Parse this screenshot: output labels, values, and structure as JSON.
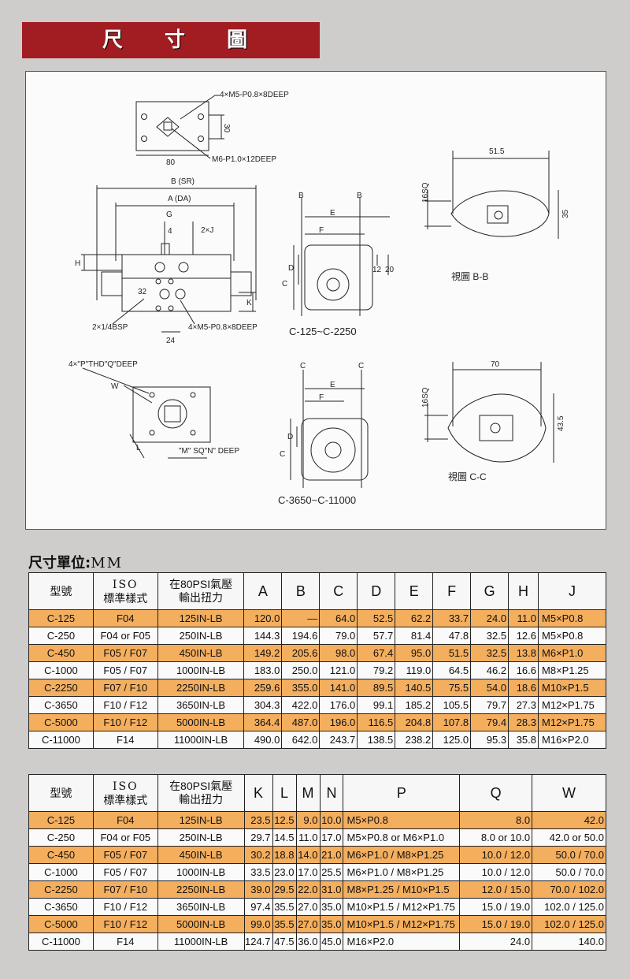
{
  "title": "尺 寸 圖",
  "unit_label": "尺寸單位:",
  "unit_value": "MM",
  "drawing": {
    "label_m5_holes": "4×M5-P0.8×8DEEP",
    "label_30": "30",
    "label_80": "80",
    "label_m6": "M6-P1.0×12DEEP",
    "label_b_sr": "B (SR)",
    "label_a_da": "A (DA)",
    "label_g": "G",
    "label_4": "4",
    "label_2xj": "2×J",
    "label_h": "H",
    "label_32": "32",
    "label_k": "K",
    "label_24": "24",
    "label_bsp": "2×1/4BSP",
    "label_m5_bottom": "4×M5-P0.8×8DEEP",
    "label_b_left": "B",
    "label_b_right": "B",
    "label_e": "E",
    "label_f": "F",
    "label_c": "C",
    "label_d": "D",
    "label_12": "12",
    "label_20": "20",
    "model_range_1": "C-125~C-2250",
    "label_51_5": "51.5",
    "label_16sq": "16SQ",
    "label_35": "35",
    "view_bb": "視圖 B-B",
    "label_pthd": "4×\"P\"THD\"Q\"DEEP",
    "label_w": "W",
    "label_l": "L",
    "label_msqn": "\"M\" SQ\"N\" DEEP",
    "label_c_left": "C",
    "label_c_right": "C",
    "label_e2": "E",
    "label_f2": "F",
    "label_c2": "C",
    "label_d2": "D",
    "model_range_2": "C-3650~C-11000",
    "label_70": "70",
    "label_16sq2": "16SQ",
    "label_43_5": "43.5",
    "view_cc": "視圖 C-C"
  },
  "table1": {
    "headers": {
      "model": "型號",
      "iso_1": "ISO",
      "iso_2": "標準樣式",
      "torque_1": "在80PSI氣壓",
      "torque_2": "輸出扭力",
      "cols": [
        "A",
        "B",
        "C",
        "D",
        "E",
        "F",
        "G",
        "H",
        "J"
      ]
    },
    "rows": [
      [
        "C-125",
        "F04",
        "125IN-LB",
        "120.0",
        "—",
        "64.0",
        "52.5",
        "62.2",
        "33.7",
        "24.0",
        "11.0",
        "M5×P0.8"
      ],
      [
        "C-250",
        "F04 or F05",
        "250IN-LB",
        "144.3",
        "194.6",
        "79.0",
        "57.7",
        "81.4",
        "47.8",
        "32.5",
        "12.6",
        "M5×P0.8"
      ],
      [
        "C-450",
        "F05 / F07",
        "450IN-LB",
        "149.2",
        "205.6",
        "98.0",
        "67.4",
        "95.0",
        "51.5",
        "32.5",
        "13.8",
        "M6×P1.0"
      ],
      [
        "C-1000",
        "F05 / F07",
        "1000IN-LB",
        "183.0",
        "250.0",
        "121.0",
        "79.2",
        "119.0",
        "64.5",
        "46.2",
        "16.6",
        "M8×P1.25"
      ],
      [
        "C-2250",
        "F07 / F10",
        "2250IN-LB",
        "259.6",
        "355.0",
        "141.0",
        "89.5",
        "140.5",
        "75.5",
        "54.0",
        "18.6",
        "M10×P1.5"
      ],
      [
        "C-3650",
        "F10 / F12",
        "3650IN-LB",
        "304.3",
        "422.0",
        "176.0",
        "99.1",
        "185.2",
        "105.5",
        "79.7",
        "27.3",
        "M12×P1.75"
      ],
      [
        "C-5000",
        "F10 / F12",
        "5000IN-LB",
        "364.4",
        "487.0",
        "196.0",
        "116.5",
        "204.8",
        "107.8",
        "79.4",
        "28.3",
        "M12×P1.75"
      ],
      [
        "C-11000",
        "F14",
        "11000IN-LB",
        "490.0",
        "642.0",
        "243.7",
        "138.5",
        "238.2",
        "125.0",
        "95.3",
        "35.8",
        "M16×P2.0"
      ]
    ]
  },
  "table2": {
    "headers": {
      "model": "型號",
      "iso_1": "ISO",
      "iso_2": "標準樣式",
      "torque_1": "在80PSI氣壓",
      "torque_2": "輸出扭力",
      "cols": [
        "K",
        "L",
        "M",
        "N",
        "P",
        "Q",
        "W"
      ]
    },
    "rows": [
      [
        "C-125",
        "F04",
        "125IN-LB",
        "23.5",
        "12.5",
        "9.0",
        "10.0",
        "M5×P0.8",
        "8.0",
        "42.0"
      ],
      [
        "C-250",
        "F04 or F05",
        "250IN-LB",
        "29.7",
        "14.5",
        "11.0",
        "17.0",
        "M5×P0.8 or M6×P1.0",
        "8.0 or 10.0",
        "42.0 or 50.0"
      ],
      [
        "C-450",
        "F05 / F07",
        "450IN-LB",
        "30.2",
        "18.8",
        "14.0",
        "21.0",
        "M6×P1.0 / M8×P1.25",
        "10.0 / 12.0",
        "50.0 / 70.0"
      ],
      [
        "C-1000",
        "F05 / F07",
        "1000IN-LB",
        "33.5",
        "23.0",
        "17.0",
        "25.5",
        "M6×P1.0 / M8×P1.25",
        "10.0 / 12.0",
        "50.0 / 70.0"
      ],
      [
        "C-2250",
        "F07 / F10",
        "2250IN-LB",
        "39.0",
        "29.5",
        "22.0",
        "31.0",
        "M8×P1.25 / M10×P1.5",
        "12.0 / 15.0",
        "70.0 / 102.0"
      ],
      [
        "C-3650",
        "F10 / F12",
        "3650IN-LB",
        "97.4",
        "35.5",
        "27.0",
        "35.0",
        "M10×P1.5 / M12×P1.75",
        "15.0 / 19.0",
        "102.0 / 125.0"
      ],
      [
        "C-5000",
        "F10 / F12",
        "5000IN-LB",
        "99.0",
        "35.5",
        "27.0",
        "35.0",
        "M10×P1.5 / M12×P1.75",
        "15.0 / 19.0",
        "102.0 / 125.0"
      ],
      [
        "C-11000",
        "F14",
        "11000IN-LB",
        "124.7",
        "47.5",
        "36.0",
        "45.0",
        "M16×P2.0",
        "24.0",
        "140.0"
      ]
    ]
  }
}
